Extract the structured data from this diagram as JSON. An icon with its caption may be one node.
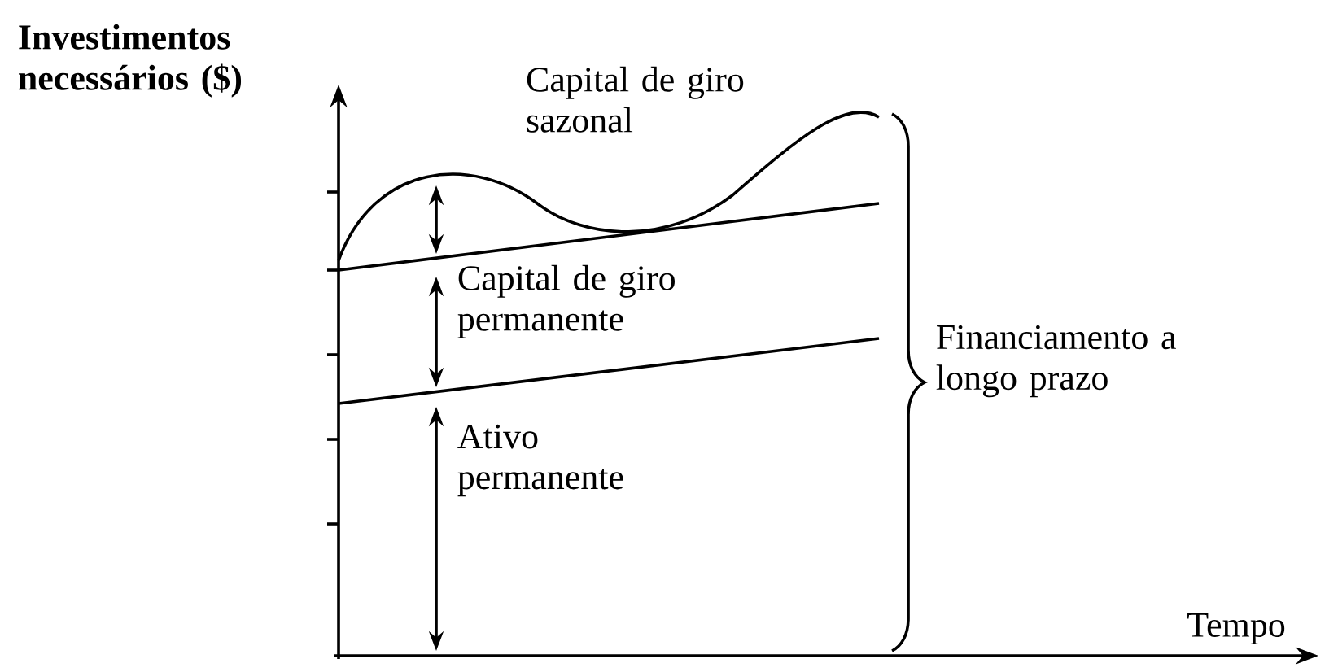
{
  "diagram": {
    "labels": [
      "Investimentos necessários ($)",
      "Capital de giro sazonal",
      "Capital de giro permanente",
      "Ativo permanente",
      "Financiamento a longo prazo",
      "Tempo"
    ]
  }
}
